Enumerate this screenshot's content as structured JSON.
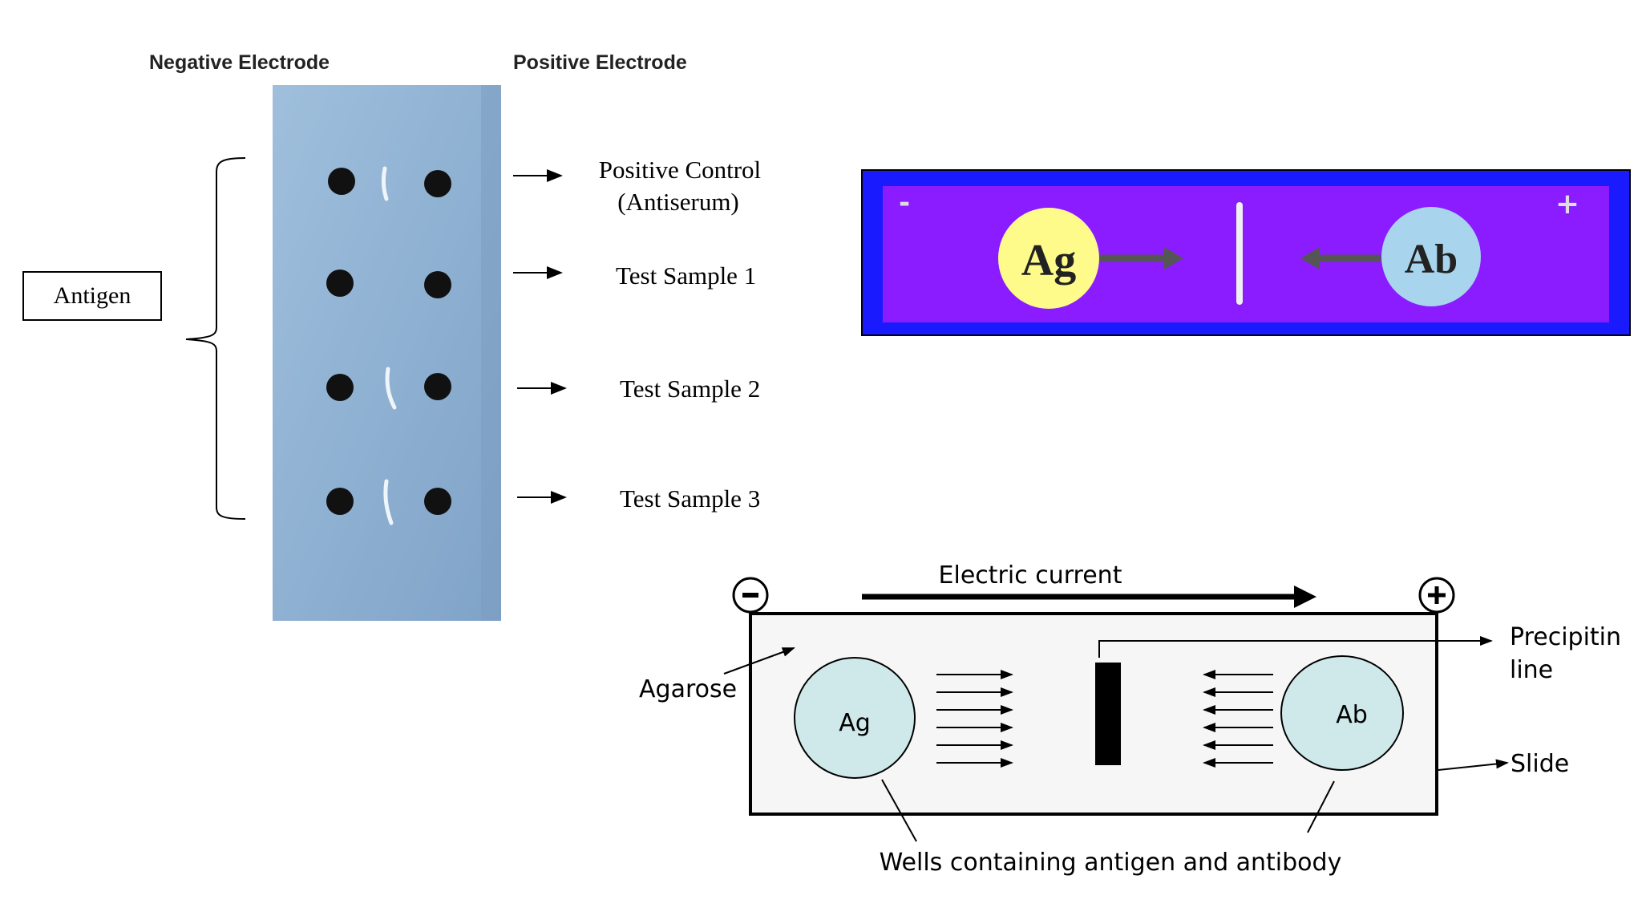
{
  "photo_panel": {
    "negative_electrode_label": "Negative Electrode",
    "positive_electrode_label": "Positive Electrode",
    "antigen_label": "Antigen",
    "row_labels": [
      "Positive Control",
      "(Antiserum)",
      "Test Sample 1",
      "Test Sample 2",
      "Test Sample 3"
    ]
  },
  "colored_panel": {
    "minus_sign": "-",
    "plus_sign": "+",
    "antigen_well_label": "Ag",
    "antibody_well_label": "Ab",
    "colors": {
      "outer": "#1a1aff",
      "inner": "#8a1cff",
      "antigen": "#fffb8a",
      "antibody": "#a9d4ee"
    }
  },
  "schematic_panel": {
    "minus_sign": "−",
    "plus_sign": "+",
    "current_label": "Electric current",
    "agarose_label": "Agarose",
    "antigen_well_label": "Ag",
    "antibody_well_label": "Ab",
    "precipitin_label_line1": "Precipitin",
    "precipitin_label_line2": "line",
    "slide_label": "Slide",
    "wells_caption": "Wells containing antigen and antibody",
    "colors": {
      "well_fill": "#cfe9ea",
      "slide_fill": "#f6f6f6"
    }
  }
}
